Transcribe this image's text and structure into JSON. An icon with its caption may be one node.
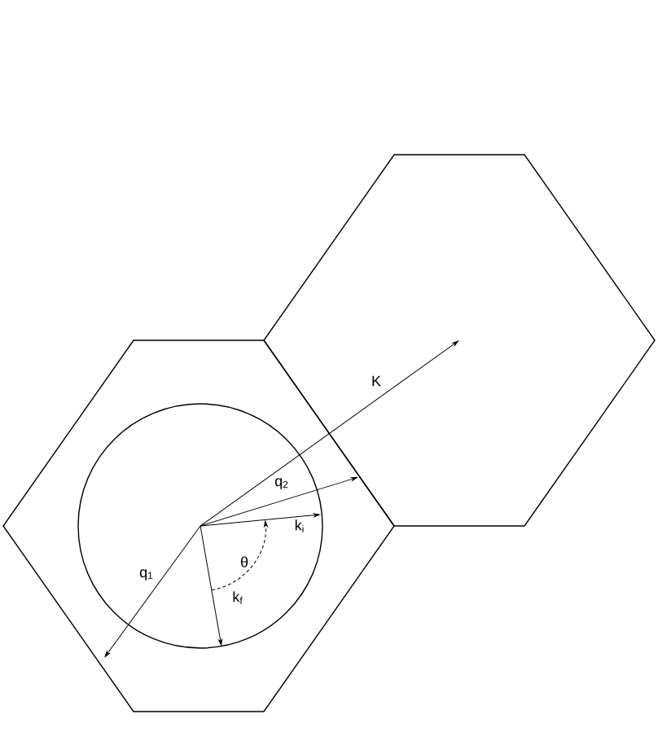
{
  "diagram": {
    "labels": [
      "K",
      "q$_{2}$",
      "k$_{i}$",
      "θ",
      "q$_{1}$",
      "k$_{f}$"
    ]
  }
}
